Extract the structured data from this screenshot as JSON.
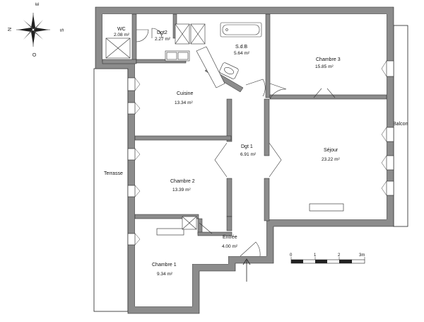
{
  "plan": {
    "colors": {
      "wall": "#8c8c8c",
      "wall_dark": "#6e6e6e",
      "outline": "#222222",
      "floor": "#ffffff",
      "fixture_line": "#333333"
    },
    "rooms": [
      {
        "id": "wc",
        "name": "WC",
        "area": "2.08 m²"
      },
      {
        "id": "dgt2",
        "name": "Dgt2",
        "area": "2.27 m²"
      },
      {
        "id": "sdb",
        "name": "S.d.B",
        "area": "5.64 m²"
      },
      {
        "id": "chambre3",
        "name": "Chambre 3",
        "area": "15.85 m²"
      },
      {
        "id": "cuisine",
        "name": "Cuisine",
        "area": "13.34 m²"
      },
      {
        "id": "dgt1",
        "name": "Dgt 1",
        "area": "6.91 m²"
      },
      {
        "id": "sejour",
        "name": "Séjour",
        "area": "23.22 m²"
      },
      {
        "id": "chambre2",
        "name": "Chambre 2",
        "area": "13.39 m²"
      },
      {
        "id": "entree",
        "name": "Entrée",
        "area": "4.00 m²"
      },
      {
        "id": "chambre1",
        "name": "Chambre 1",
        "area": "9.34 m²"
      }
    ],
    "outdoor": {
      "terrasse": "Terrasse",
      "balcon": "Balcon"
    },
    "compass": {
      "north": "N",
      "south": "S",
      "east": "E",
      "west": "O",
      "icon": "compass-rose-icon"
    },
    "scale_bar": {
      "ticks": [
        "0",
        "1",
        "2",
        "3m"
      ]
    },
    "entrance_icon": "arrow-up-icon"
  }
}
